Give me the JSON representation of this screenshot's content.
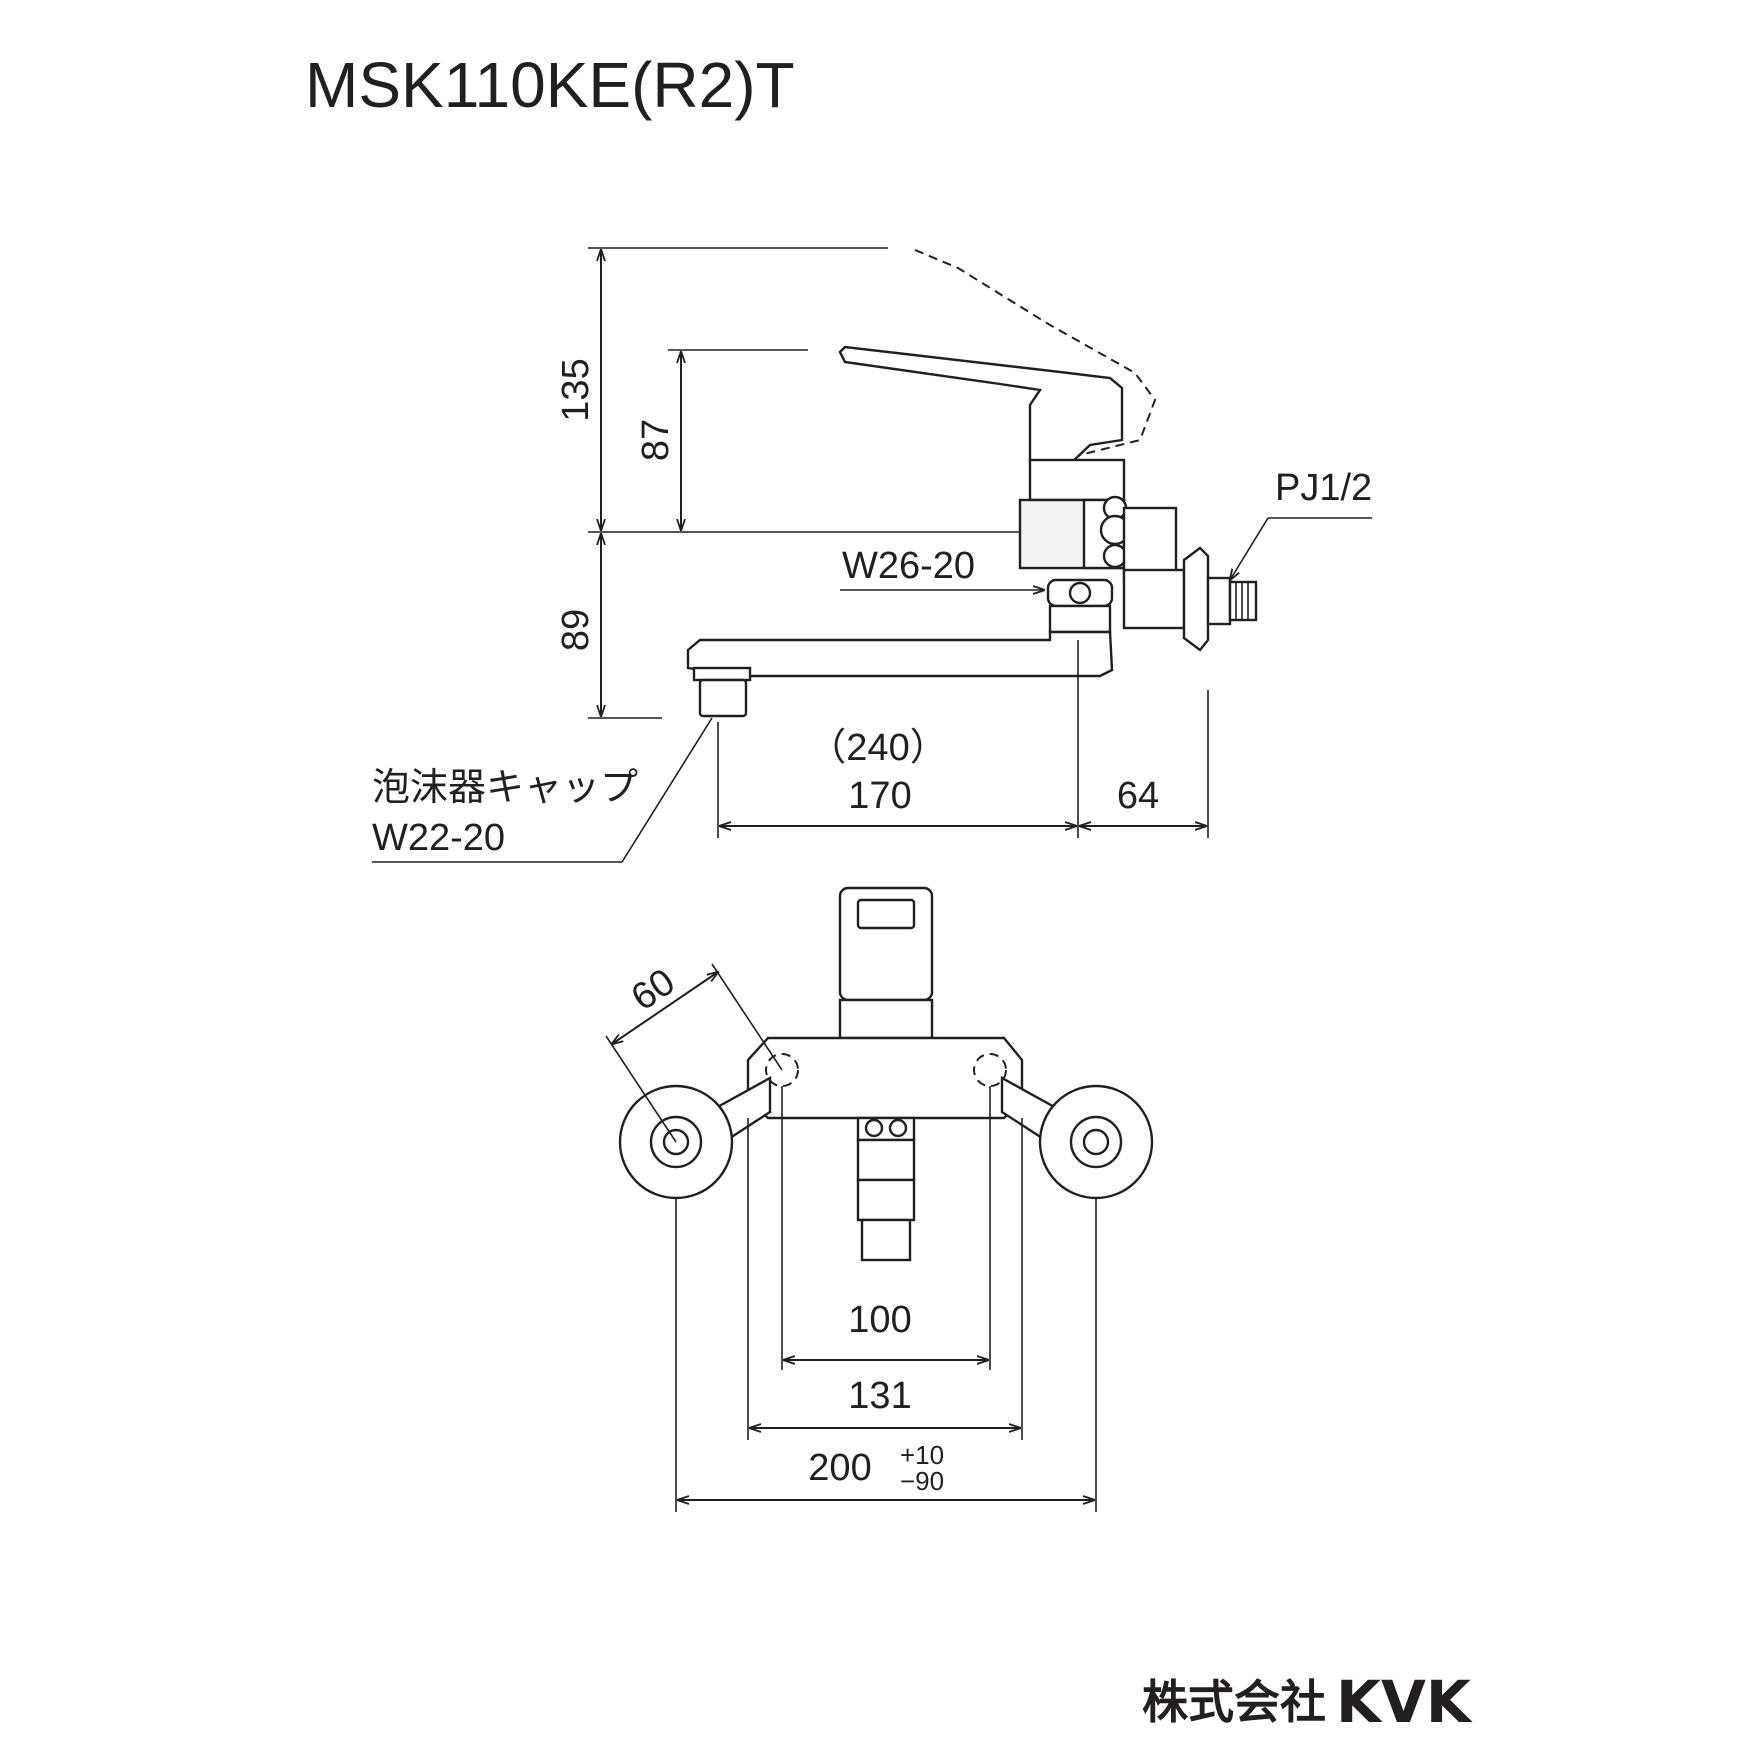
{
  "title": "MSK110KE(R2)T",
  "side_view": {
    "dim_135": "135",
    "dim_87": "87",
    "dim_89": "89",
    "label_pj": "PJ1/2",
    "label_w26": "W26-20",
    "aerator_label": "泡沫器キャップ",
    "aerator_thread": "W22-20",
    "dim_240": "（240）",
    "dim_170": "170",
    "dim_64": "64"
  },
  "front_view": {
    "dim_60": "60",
    "dim_100": "100",
    "dim_131": "131",
    "dim_200": "200",
    "tol_plus": "+10",
    "tol_minus": "−90"
  },
  "brand": {
    "company": "株式会社",
    "name": "KVK"
  }
}
